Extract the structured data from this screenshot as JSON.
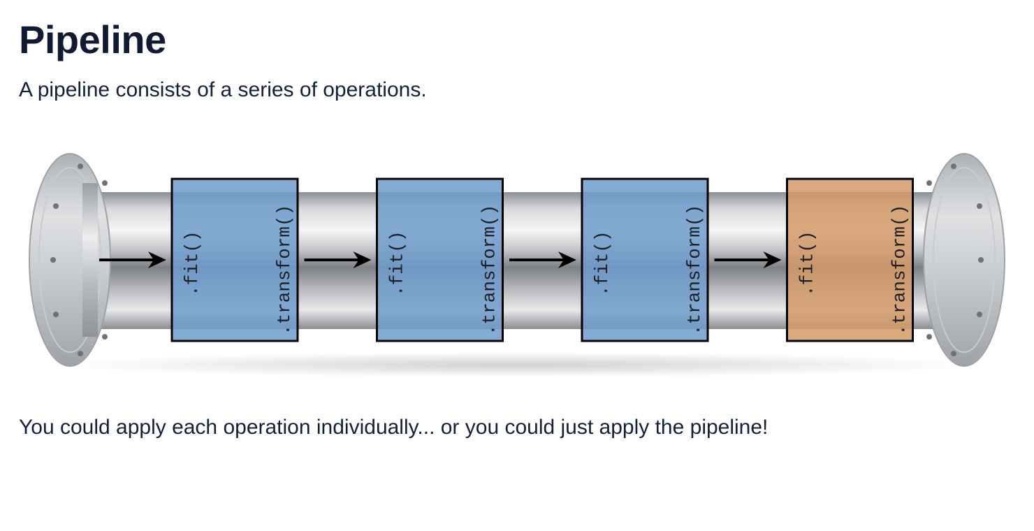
{
  "header": {
    "title": "Pipeline",
    "subtitle": "A pipeline consists of a series of operations."
  },
  "footer": {
    "text": "You could apply each operation individually... or you could just apply the pipeline!"
  },
  "pipeline": {
    "stages": [
      {
        "fit_label": ".fit()",
        "transform_label": ".transform()",
        "color": "#6e9ccd"
      },
      {
        "fit_label": ".fit()",
        "transform_label": ".transform()",
        "color": "#6e9ccd"
      },
      {
        "fit_label": ".fit()",
        "transform_label": ".transform()",
        "color": "#6e9ccd"
      },
      {
        "fit_label": ".fit()",
        "transform_label": ".transform()",
        "color": "#d39a66"
      }
    ],
    "arrow_color": "#000000"
  }
}
